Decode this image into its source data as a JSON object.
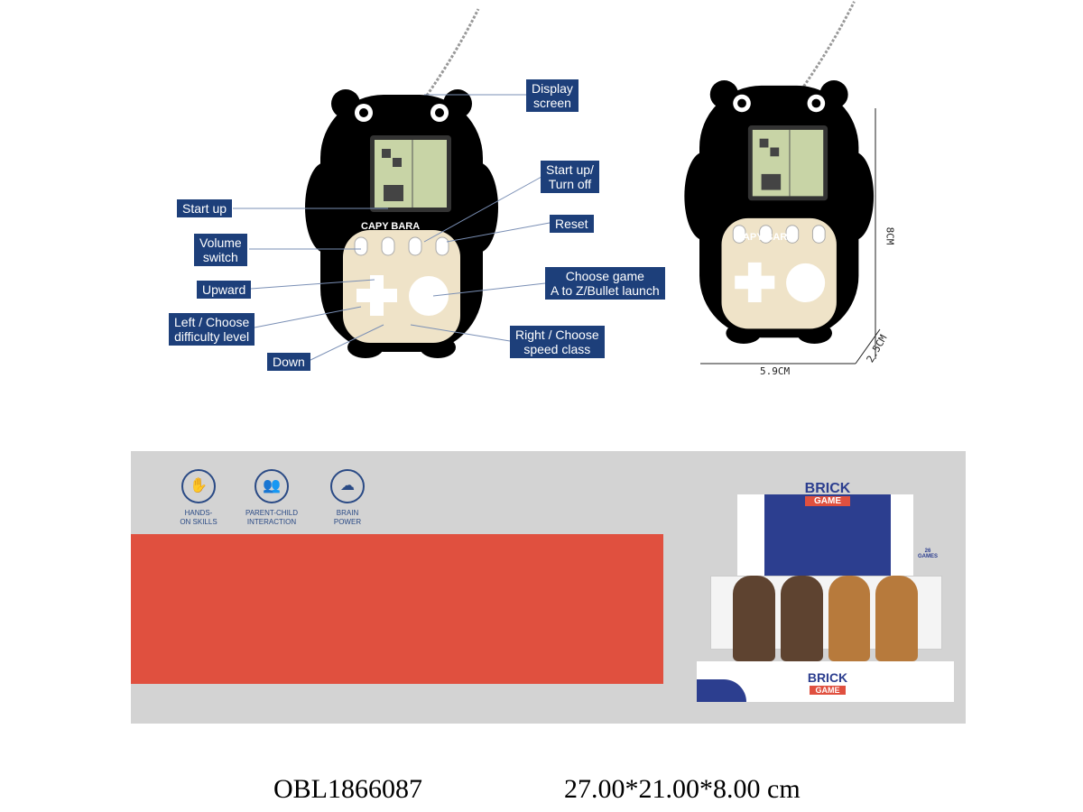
{
  "labels": {
    "display_screen": "Display\nscreen",
    "start_up": "Start up",
    "start_up_turn_off": "Start up/\nTurn off",
    "reset": "Reset",
    "volume_switch": "Volume\nswitch",
    "upward": "Upward",
    "choose_game": "Choose game\nA to Z/Bullet launch",
    "left_choose": "Left / Choose\ndifficulty level",
    "right_choose": "Right / Choose\nspeed class",
    "down": "Down"
  },
  "device_brand": "CAPY BARA",
  "dimensions": {
    "height": "8CM",
    "depth": "2.5CM",
    "width": "5.9CM"
  },
  "features": [
    {
      "icon": "hand-icon",
      "label": "HANDS-\nON SKILLS"
    },
    {
      "icon": "parent-child-icon",
      "label": "PARENT-CHILD\nINTERACTION"
    },
    {
      "icon": "brain-icon",
      "label": "BRAIN\nPOWER"
    }
  ],
  "box": {
    "title_top": "BRICK",
    "title_bottom": "GAME",
    "games_count": "26\nGAMES"
  },
  "footer": {
    "sku": "OBL1866087",
    "size": "27.00*21.00*8.00 cm"
  },
  "colors": {
    "label_bg": "#1d3f7a",
    "device_brown": "#8a5a3a",
    "device_orange": "#cf8e3c",
    "band_red": "#e0503f",
    "panel_gray": "#d3d3d3"
  }
}
